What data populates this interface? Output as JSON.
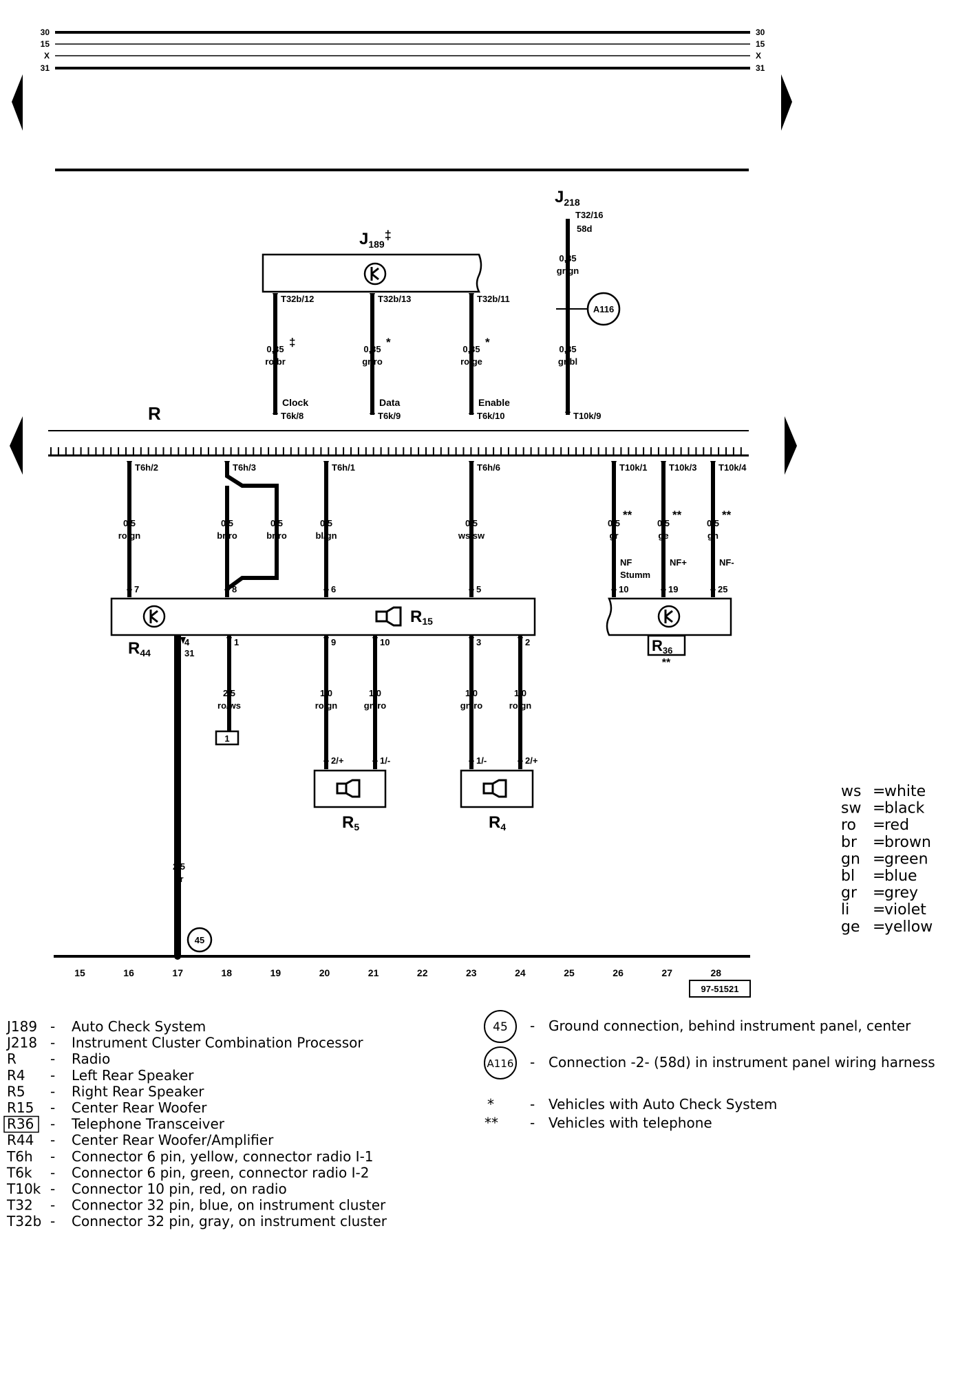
{
  "bus_labels": [
    "30",
    "15",
    "X",
    "31"
  ],
  "header": {
    "j218_letter": "J",
    "j218_sub": "218",
    "j218_pin": "T32/16",
    "j218_pin2": "58d",
    "j189_letter": "J",
    "j189_sub": "189",
    "j189_mark": "‡",
    "radio_label": "R"
  },
  "upper_wires": [
    {
      "pin": "T32b/12",
      "gauge": "0,35",
      "color": "ro/br",
      "mark": "‡",
      "signal": "Clock",
      "conn": "T6k/8"
    },
    {
      "pin": "T32b/13",
      "gauge": "0,35",
      "color": "gr/ro",
      "mark": "*",
      "signal": "Data",
      "conn": "T6k/9"
    },
    {
      "pin": "T32b/11",
      "gauge": "0,35",
      "color": "ro/ge",
      "mark": "*",
      "signal": "Enable",
      "conn": "T6k/10"
    }
  ],
  "j218_wire": {
    "gauge1": "0,35",
    "color1": "gr/gn",
    "connection": "A116",
    "gauge2": "0,35",
    "color2": "gr/bl",
    "conn": "T10k/9"
  },
  "lower_wires": [
    {
      "pin": "T6h/2",
      "gauge": "0,5",
      "color": "ro/gn",
      "end": "7"
    },
    {
      "pin": "T6h/3",
      "gauge": "0,5",
      "color": "br/ro",
      "gauge_b": "0,5",
      "color_b": "br/ro",
      "end": "8"
    },
    {
      "pin": "T6h/1",
      "gauge": "0,5",
      "color": "bl/gn",
      "end": "6"
    },
    {
      "pin": "T6h/6",
      "gauge": "0,5",
      "color": "ws/sw",
      "end": "5"
    }
  ],
  "tel_wires": [
    {
      "pin": "T10k/1",
      "gauge": "0,5",
      "color": "gr",
      "mark": "**",
      "signal1": "NF",
      "signal2": "Stumm",
      "end": "10"
    },
    {
      "pin": "T10k/3",
      "gauge": "0,5",
      "color": "ge",
      "mark": "**",
      "signal1": "NF+",
      "signal2": "",
      "end": "19"
    },
    {
      "pin": "T10k/4",
      "gauge": "0,5",
      "color": "gn",
      "mark": "**",
      "signal1": "NF-",
      "signal2": "",
      "end": "25"
    }
  ],
  "components": {
    "r15_letter": "R",
    "r15_sub": "15",
    "r44_letter": "R",
    "r44_sub": "44",
    "r36_letter": "R",
    "r36_sub": "36",
    "r36_mark": "**",
    "r5_letter": "R",
    "r5_sub": "5",
    "r4_letter": "R",
    "r4_sub": "4"
  },
  "r15_pins": {
    "ground_pin_a": "4",
    "ground_pin_b": "31",
    "ground_gauge": "2,5",
    "ground_color": "br",
    "ground_point": "45",
    "p1": "1",
    "p1_gauge": "2,5",
    "p1_color": "ro/ws",
    "p1_term": "1",
    "p9": "9",
    "p9_gauge": "1,0",
    "p9_color": "ro/gn",
    "p9_end": "2/+",
    "p10": "10",
    "p10_gauge": "1,0",
    "p10_color": "gn/ro",
    "p10_end": "1/-",
    "p3": "3",
    "p3_gauge": "1,0",
    "p3_color": "gn/ro",
    "p3_end": "1/-",
    "p2": "2",
    "p2_gauge": "1,0",
    "p2_color": "ro/gn",
    "p2_end": "2/+"
  },
  "footer_numbers": [
    "15",
    "16",
    "17",
    "18",
    "19",
    "20",
    "21",
    "22",
    "23",
    "24",
    "25",
    "26",
    "27",
    "28"
  ],
  "diagram_id": "97-51521",
  "color_legend": [
    {
      "code": "ws",
      "name": "white"
    },
    {
      "code": "sw",
      "name": "black"
    },
    {
      "code": "ro",
      "name": "red"
    },
    {
      "code": "br",
      "name": "brown"
    },
    {
      "code": "gn",
      "name": "green"
    },
    {
      "code": "bl",
      "name": "blue"
    },
    {
      "code": "gr",
      "name": "grey"
    },
    {
      "code": "li",
      "name": "violet"
    },
    {
      "code": "ge",
      "name": "yellow"
    }
  ],
  "legend": [
    {
      "code": "J189",
      "desc": "Auto Check System"
    },
    {
      "code": "J218",
      "desc": "Instrument Cluster Combination Processor"
    },
    {
      "code": "R",
      "desc": "Radio"
    },
    {
      "code": "R4",
      "desc": "Left Rear Speaker"
    },
    {
      "code": "R5",
      "desc": "Right Rear Speaker"
    },
    {
      "code": "R15",
      "desc": "Center Rear Woofer"
    },
    {
      "code": "R36",
      "desc": "Telephone Transceiver",
      "boxed": true
    },
    {
      "code": "R44",
      "desc": "Center Rear Woofer/Amplifier"
    },
    {
      "code": "T6h",
      "desc": "Connector 6 pin, yellow, connector radio I-1"
    },
    {
      "code": "T6k",
      "desc": "Connector 6 pin, green, connector radio I-2"
    },
    {
      "code": "T10k",
      "desc": "Connector 10 pin, red, on radio"
    },
    {
      "code": "T32",
      "desc": "Connector 32 pin, blue, on instrument cluster"
    },
    {
      "code": "T32b",
      "desc": "Connector 32 pin, gray, on instrument cluster"
    }
  ],
  "symbol_legend": [
    {
      "symbol": "45",
      "desc": "Ground connection, behind instrument panel, center"
    },
    {
      "symbol": "A116",
      "desc": "Connection -2- (58d) in instrument panel wiring harness"
    }
  ],
  "notes": [
    {
      "mark": "*",
      "desc": "Vehicles with Auto Check System"
    },
    {
      "mark": "**",
      "desc": "Vehicles with telephone"
    }
  ],
  "dash": "-",
  "eq": "="
}
